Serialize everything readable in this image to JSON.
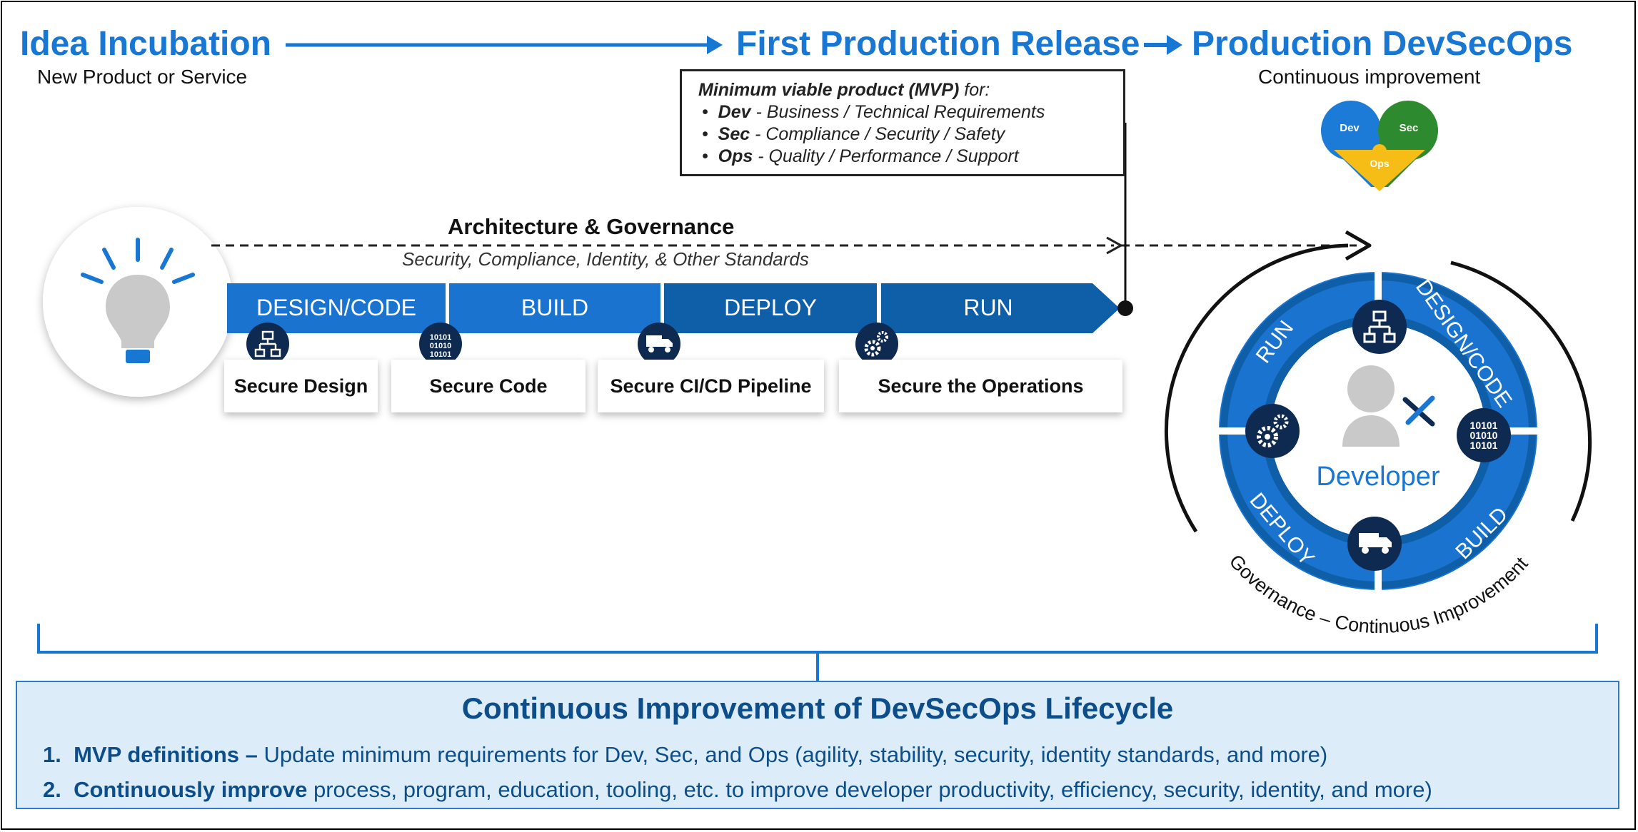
{
  "header": {
    "stage1_title": "Idea Incubation",
    "stage1_subtitle": "New Product or Service",
    "stage2_title": "First Production Release",
    "stage3_title": "Production DevSecOps",
    "stage3_subtitle": "Continuous improvement"
  },
  "mvp": {
    "intro_bold": "Minimum viable product (MVP)",
    "intro_rest": " for:",
    "items": [
      {
        "bullet": "•",
        "key": "Dev",
        "text": " - Business / Technical Requirements"
      },
      {
        "bullet": "•",
        "key": "Sec",
        "text": " - Compliance / Security / Safety"
      },
      {
        "bullet": "•",
        "key": "Ops",
        "text": " - Quality / Performance / Support"
      }
    ]
  },
  "heart": {
    "dev": "Dev",
    "sec": "Sec",
    "ops": "Ops"
  },
  "governance": {
    "title": "Architecture & Governance",
    "subtitle": "Security, Compliance, Identity, & Other Standards"
  },
  "pipeline": {
    "stages": [
      {
        "label": "DESIGN/CODE",
        "card": "Secure Design",
        "icon": "hierarchy-icon"
      },
      {
        "label": "BUILD",
        "card": "Secure Code",
        "icon": "binary-code-icon"
      },
      {
        "label": "DEPLOY",
        "card": "Secure CI/CD Pipeline",
        "icon": "truck-icon"
      },
      {
        "label": "RUN",
        "card": "Secure the Operations",
        "icon": "gears-icon"
      }
    ]
  },
  "cycle": {
    "center_label": "Developer",
    "segments": [
      "DESIGN/CODE",
      "BUILD",
      "DEPLOY",
      "RUN"
    ],
    "outer_label": "Governance – Continuous Improvement"
  },
  "bottom": {
    "title": "Continuous Improvement of DevSecOps Lifecycle",
    "items": [
      {
        "num": "1.",
        "bold": "MVP definitions –",
        "text": " Update minimum requirements for Dev, Sec, and Ops (agility, stability, security, identity standards, and more)"
      },
      {
        "num": "2.",
        "bold": "Continuously improve",
        "text": " process, program, education, tooling, etc. to improve developer productivity, efficiency, security, identity, and more)"
      }
    ]
  },
  "colors": {
    "heading_blue": "#1877d2",
    "pipeline_light": "#1a73cf",
    "pipeline_dark": "#0f5ea8",
    "icon_navy": "#0e2a50",
    "dev_blue": "#1b7bd6",
    "sec_green": "#2e8a2e",
    "ops_gold": "#f6bd16",
    "bottom_text": "#0d4e8a"
  }
}
